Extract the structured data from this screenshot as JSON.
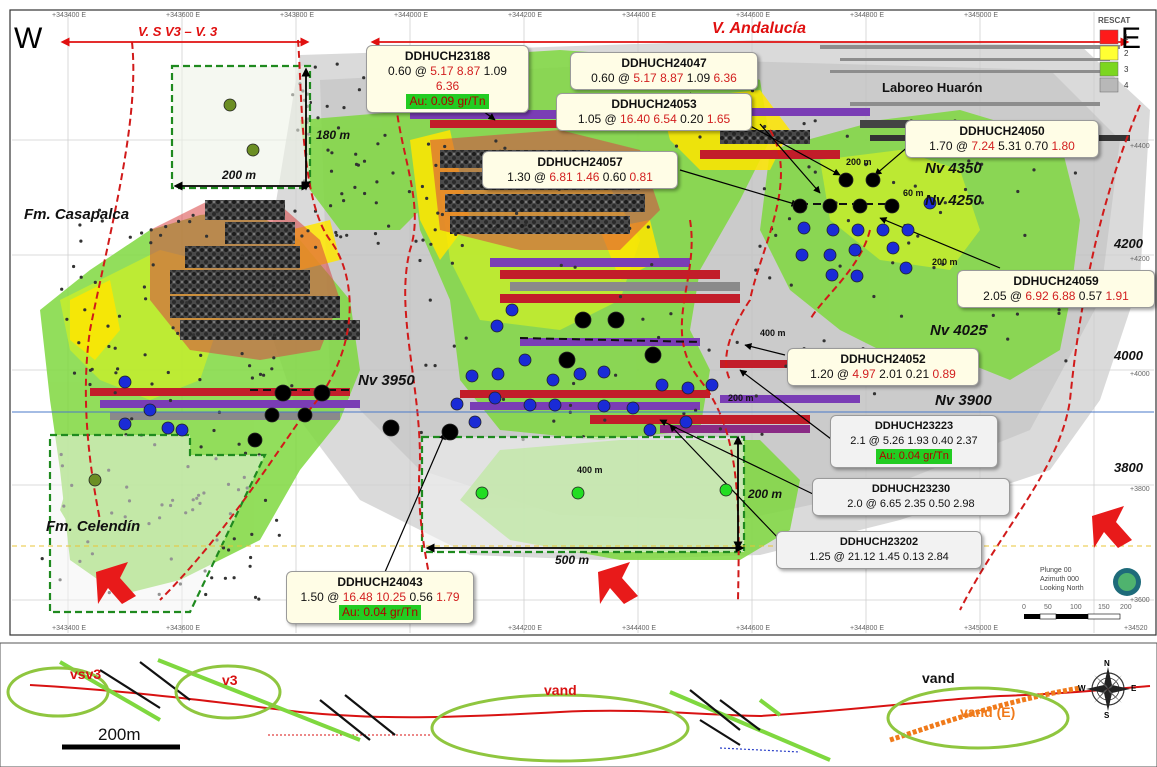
{
  "compass": {
    "west": "W",
    "east": "E"
  },
  "veins": {
    "left": "V. S V3 – V. 3",
    "right": "V. Andalucía"
  },
  "legend": {
    "title": "RESCAT",
    "classes": [
      "1",
      "2",
      "3",
      "4"
    ],
    "colors": [
      "#ff1a1a",
      "#ffff33",
      "#7cd61f",
      "#b8b8b8"
    ]
  },
  "labels": {
    "laboreo": "Laboreo Huarón",
    "fm_casapalca": "Fm. Casapalca",
    "fm_celendin": "Fm. Celendín"
  },
  "levels": {
    "nv4350": "Nv 4350",
    "nv4250": "Nv 4250",
    "nv4025": "Nv 4025",
    "nv3950": "Nv 3950",
    "nv3900": "Nv 3900"
  },
  "elevations": {
    "e4200": "4200",
    "e4000": "4000",
    "e3800": "3800"
  },
  "dimensions": {
    "d180": "180 m",
    "d200a": "200 m",
    "d200b": "200 m",
    "d200c": "200 m",
    "d200d": "200 m",
    "d200e": "200 m",
    "d60": "60 m",
    "d400a": "400 m",
    "d400b": "400 m",
    "d500": "500 m"
  },
  "top_ticks": [
    "+343400 E",
    "+343600 E",
    "+343800 E",
    "+344000 E",
    "+344200 E",
    "+344400 E",
    "+344600 E",
    "+344800 E",
    "+345000 E"
  ],
  "bottom_ticks": [
    "+343400 E",
    "+343600 E",
    "+344200 E",
    "+344400 E",
    "+344600 E",
    "+344800 E",
    "+345000 E",
    "+34520"
  ],
  "right_ticks": [
    "+4400",
    "+4200",
    "+4000",
    "+3800",
    "+3600"
  ],
  "view_info": {
    "plunge": "Plunge 00",
    "azimuth": "Azimuth 000",
    "looking": "Looking North"
  },
  "scale_ticks": [
    "0",
    "50",
    "100",
    "150",
    "200"
  ],
  "callouts": {
    "c23188": {
      "hole": "DDHUCH23188",
      "a": "0.60 @",
      "b": "5.17",
      "c": "8.87",
      "d": "1.09",
      "e": "6.36",
      "au": "Au: 0.09 gr/Tn"
    },
    "c24047": {
      "hole": "DDHUCH24047",
      "a": "0.60 @",
      "b": "5.17",
      "c": "8.87",
      "d": "1.09",
      "e": "6.36"
    },
    "c24053": {
      "hole": "DDHUCH24053",
      "a": "1.05 @",
      "b": "16.40",
      "c": "6.54",
      "d": "0.20",
      "e": "1.65"
    },
    "c24057": {
      "hole": "DDHUCH24057",
      "a": "1.30 @",
      "b": "6.81",
      "c": "1.46",
      "d": "0.60",
      "e": "0.81"
    },
    "c24050": {
      "hole": "DDHUCH24050",
      "a": "1.70 @",
      "b": "7.24",
      "c": "5.31",
      "d": "0.70",
      "e": "1.80"
    },
    "c24059": {
      "hole": "DDHUCH24059",
      "a": "2.05 @",
      "b": "6.92",
      "c": "6.88",
      "d": "0.57",
      "e": "1.91"
    },
    "c24052": {
      "hole": "DDHUCH24052",
      "a": "1.20 @",
      "b": "4.97",
      "c": "2.01",
      "d": "0.21",
      "e": "0.89"
    },
    "c23223": {
      "hole": "DDHUCH23223",
      "line": "2.1 @ 5.26 1.93 0.40 2.37",
      "au": "Au: 0.04 gr/Tn"
    },
    "c23230": {
      "hole": "DDHUCH23230",
      "line": "2.0 @ 6.65 2.35 0.50 2.98"
    },
    "c23202": {
      "hole": "DDHUCH23202",
      "line": "1.25 @ 21.12 1.45 0.13 2.84"
    },
    "c24043": {
      "hole": "DDHUCH24043",
      "a": "1.50 @",
      "b": "16.48",
      "c": "10.25",
      "d": "0.56",
      "e": "1.79",
      "au": "Au: 0.04 gr/Tn"
    }
  },
  "plan": {
    "vsv3": "vsv3",
    "v3": "v3",
    "vand": "vand",
    "vand2": "vand",
    "vand_e": "vand (E)",
    "scale": "200m",
    "rose": {
      "n": "N",
      "s": "S",
      "w": "W",
      "e": "E"
    }
  }
}
